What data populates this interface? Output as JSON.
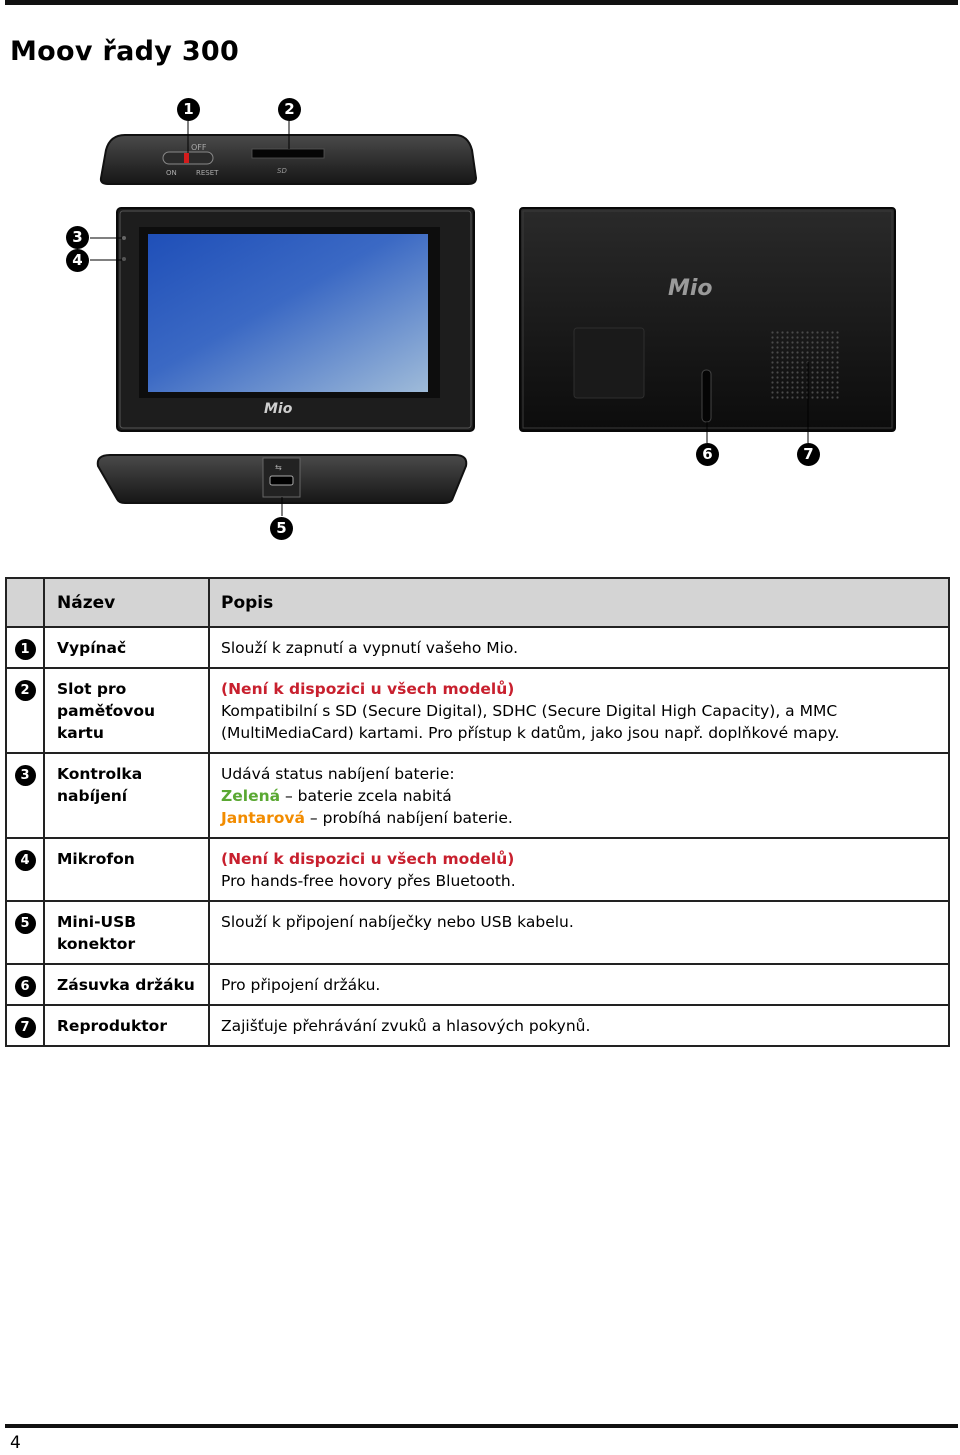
{
  "page": {
    "title": "Moov řady 300",
    "page_number": "4"
  },
  "figure": {
    "markers": [
      "1",
      "2",
      "3",
      "4",
      "5",
      "6",
      "7"
    ],
    "switch_labels": {
      "off": "OFF",
      "on": "ON",
      "reset": "RESET"
    },
    "sd_label": "SD",
    "brand": "Mio"
  },
  "table": {
    "headers": {
      "name": "Název",
      "description": "Popis"
    },
    "rows": [
      {
        "num": "1",
        "name": "Vypínač",
        "lines": [
          {
            "parts": [
              {
                "style": "normal",
                "text": "Slouží k zapnutí a vypnutí vašeho Mio."
              }
            ]
          }
        ]
      },
      {
        "num": "2",
        "name": "Slot pro paměťovou kartu",
        "lines": [
          {
            "parts": [
              {
                "style": "red",
                "text": "(Není k dispozici u všech modelů)"
              }
            ]
          },
          {
            "parts": [
              {
                "style": "normal",
                "text": "Kompatibilní s SD (Secure Digital), SDHC (Secure Digital High Capacity), a MMC (MultiMediaCard) kartami. Pro přístup k datům, jako jsou např. doplňkové mapy."
              }
            ]
          }
        ]
      },
      {
        "num": "3",
        "name": "Kontrolka nabíjení",
        "lines": [
          {
            "parts": [
              {
                "style": "normal",
                "text": "Udává status nabíjení baterie:"
              }
            ]
          },
          {
            "parts": [
              {
                "style": "green",
                "text": "Zelená"
              },
              {
                "style": "normal",
                "text": " – baterie zcela nabitá"
              }
            ]
          },
          {
            "parts": [
              {
                "style": "amber",
                "text": "Jantarová"
              },
              {
                "style": "normal",
                "text": " – probíhá nabíjení baterie."
              }
            ]
          }
        ]
      },
      {
        "num": "4",
        "name": "Mikrofon",
        "lines": [
          {
            "parts": [
              {
                "style": "red",
                "text": "(Není k dispozici u všech modelů)"
              }
            ]
          },
          {
            "parts": [
              {
                "style": "normal",
                "text": "Pro hands-free hovory přes Bluetooth."
              }
            ]
          }
        ]
      },
      {
        "num": "5",
        "name": "Mini-USB konektor",
        "lines": [
          {
            "parts": [
              {
                "style": "normal",
                "text": "Slouží k připojení nabíječky nebo USB kabelu."
              }
            ]
          }
        ]
      },
      {
        "num": "6",
        "name": "Zásuvka držáku",
        "lines": [
          {
            "parts": [
              {
                "style": "normal",
                "text": "Pro připojení držáku."
              }
            ]
          }
        ]
      },
      {
        "num": "7",
        "name": "Reproduktor",
        "lines": [
          {
            "parts": [
              {
                "style": "normal",
                "text": "Zajišťuje přehrávání zvuků a hlasových pokynů."
              }
            ]
          }
        ]
      }
    ]
  }
}
